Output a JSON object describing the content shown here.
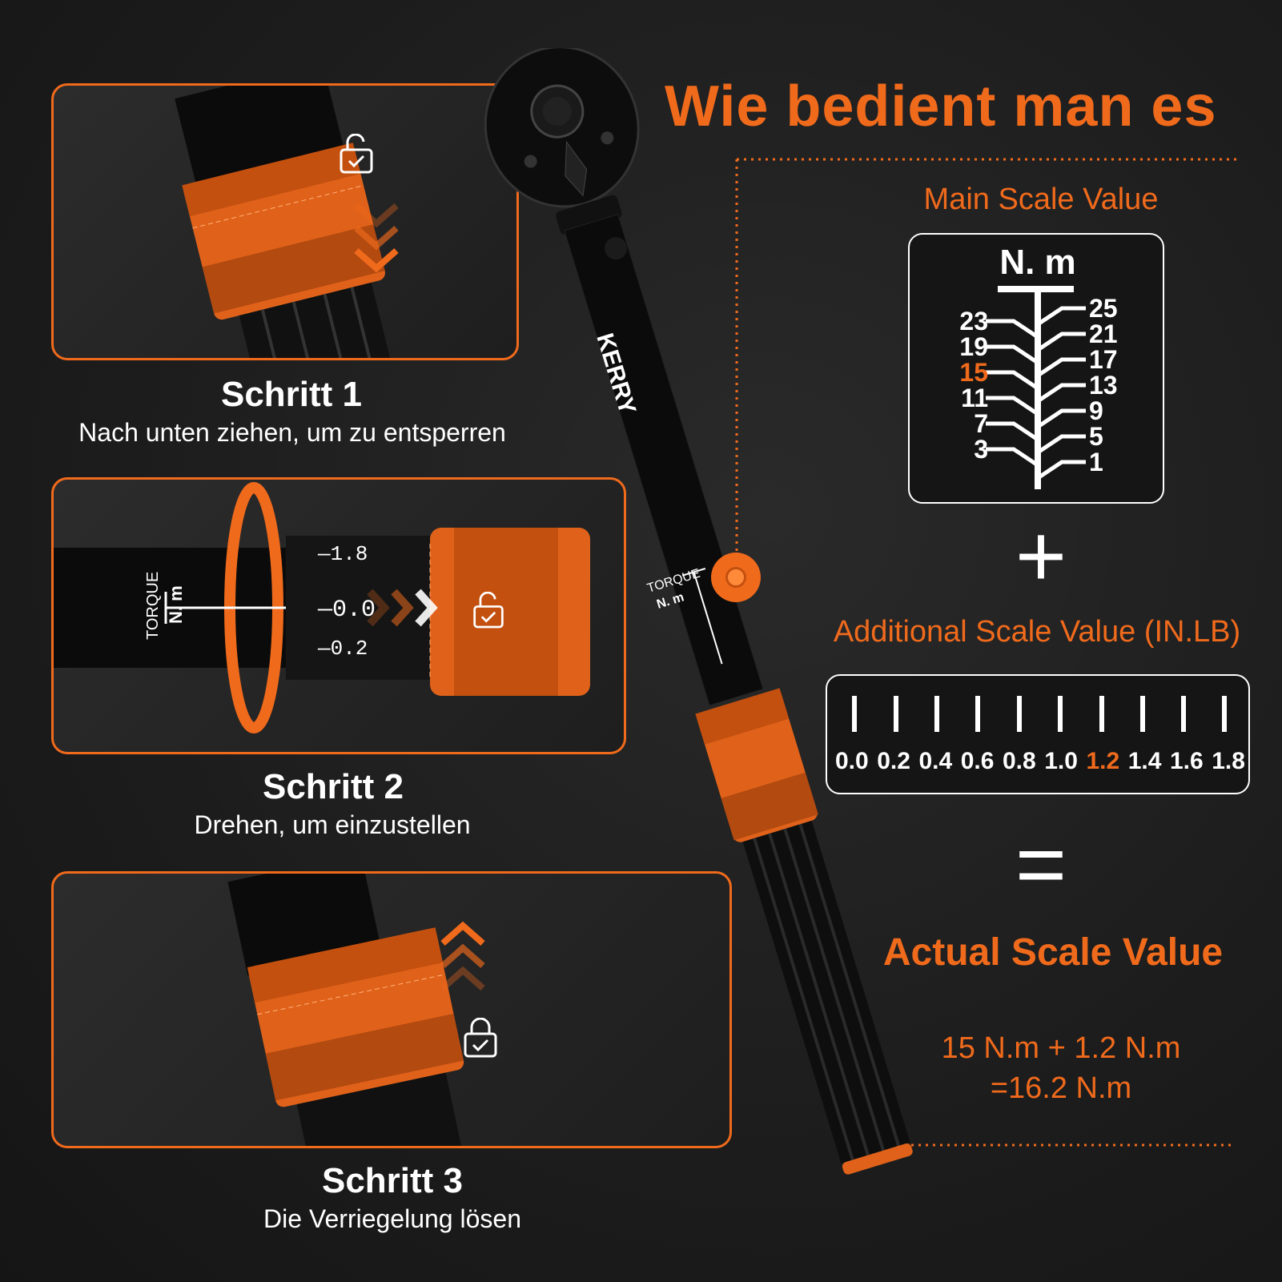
{
  "headline": "Wie bedient man es",
  "steps": [
    {
      "title": "Schritt 1",
      "desc": "Nach unten ziehen, um zu entsperren"
    },
    {
      "title": "Schritt 2",
      "desc": "Drehen, um einzustellen"
    },
    {
      "title": "Schritt 3",
      "desc": "Die Verriegelung lösen"
    }
  ],
  "main_scale": {
    "label": "Main Scale Value",
    "unit": "N. m",
    "left_values": [
      "23",
      "19",
      "15",
      "11",
      "7",
      "3"
    ],
    "right_values": [
      "25",
      "21",
      "17",
      "13",
      "9",
      "5",
      "1"
    ],
    "highlight": "15"
  },
  "plus_sign": "+",
  "additional_scale": {
    "label": "Additional Scale Value (IN.LB)",
    "values": [
      "0.0",
      "0.2",
      "0.4",
      "0.6",
      "0.8",
      "1.0",
      "1.2",
      "1.4",
      "1.6",
      "1.8"
    ],
    "highlight": "1.2"
  },
  "equals_sign": "=",
  "actual": {
    "title": "Actual Scale Value",
    "line1": "15 N.m + 1.2 N.m",
    "line2": "=16.2 N.m"
  },
  "wrench": {
    "brand": "KERRY",
    "torque_label": "TORQUE",
    "unit_label": "N. m"
  },
  "colors": {
    "accent": "#f06a1c",
    "background": "#1c1c1c"
  }
}
